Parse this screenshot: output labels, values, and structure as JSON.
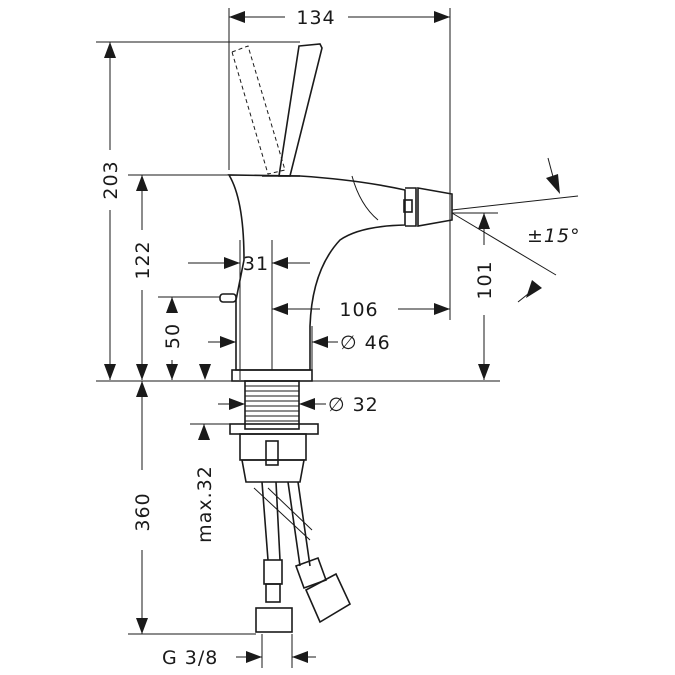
{
  "dimensions": {
    "width_total": "134",
    "height_total": "203",
    "height_spout": "122",
    "height_pop": "50",
    "height_aerator": "101",
    "swivel": "±15°",
    "spout_offset": "31",
    "reach": "106",
    "base_diameter": "∅ 46",
    "shank_diameter": "∅ 32",
    "hose_length": "360",
    "max_counter": "max.32",
    "connection": "G 3/8"
  },
  "colors": {
    "line": "#1a1a1a",
    "background": "#ffffff"
  }
}
